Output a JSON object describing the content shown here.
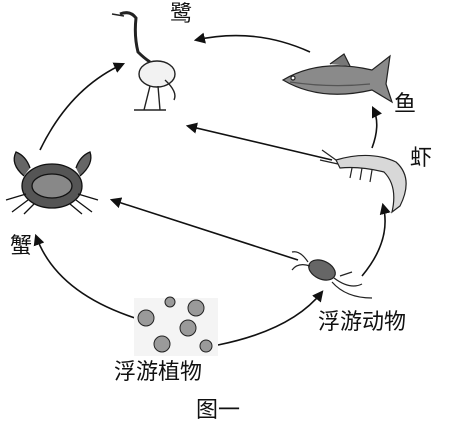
{
  "labels": {
    "egret": "鹭",
    "fish": "鱼",
    "shrimp": "虾",
    "crab": "蟹",
    "zooplankton": "浮游动物",
    "phytoplankton": "浮游植物",
    "caption": "图一"
  },
  "colors": {
    "ink": "#111111",
    "bg": "#ffffff"
  },
  "icons": [
    "egret-icon",
    "fish-icon",
    "shrimp-icon",
    "crab-icon",
    "zooplankton-icon",
    "phytoplankton-icon"
  ]
}
